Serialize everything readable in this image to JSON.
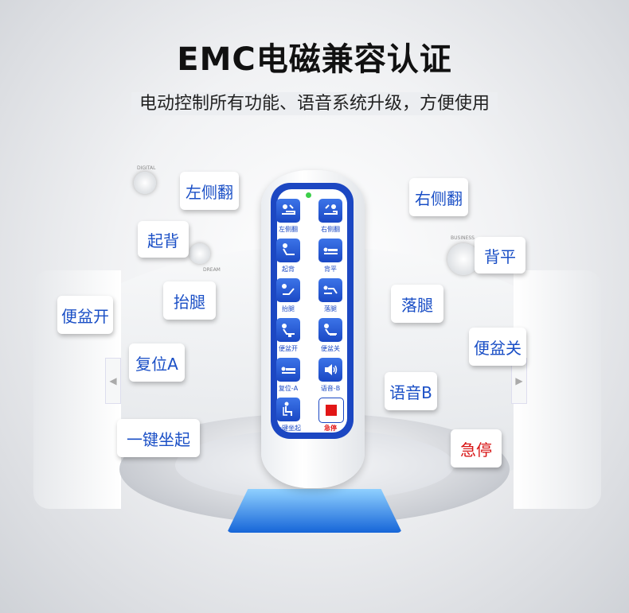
{
  "header": {
    "title": "EMC电磁兼容认证",
    "subtitle": "电动控制所有功能、语音系统升级，方便使用"
  },
  "decor": {
    "digital_label": "DIGITAL",
    "dream_label": "DREAM",
    "business_label": "BUSINESS"
  },
  "remote": {
    "buttons": [
      {
        "label": "左侧翻",
        "icon": "left-turn-icon"
      },
      {
        "label": "右侧翻",
        "icon": "right-turn-icon"
      },
      {
        "label": "起背",
        "icon": "back-up-icon"
      },
      {
        "label": "背平",
        "icon": "back-flat-icon"
      },
      {
        "label": "抬腿",
        "icon": "leg-up-icon"
      },
      {
        "label": "落腿",
        "icon": "leg-down-icon"
      },
      {
        "label": "便盆开",
        "icon": "bedpan-open-icon"
      },
      {
        "label": "便盆关",
        "icon": "bedpan-close-icon"
      },
      {
        "label": "复位-A",
        "icon": "reset-icon"
      },
      {
        "label": "语音-B",
        "icon": "speaker-icon"
      },
      {
        "label": "一键坐起",
        "icon": "sit-up-icon"
      },
      {
        "label": "急停",
        "icon": "stop-icon"
      }
    ]
  },
  "callouts": {
    "left_turn": "左侧翻",
    "right_turn": "右侧翻",
    "back_up": "起背",
    "back_flat": "背平",
    "leg_up": "抬腿",
    "leg_down": "落腿",
    "bedpan_open": "便盆开",
    "bedpan_close": "便盆关",
    "reset_a": "复位A",
    "voice_b": "语音B",
    "one_key_sit": "一键坐起",
    "emergency_stop": "急停"
  },
  "colors": {
    "accent_blue": "#1a48c4",
    "stop_red": "#e21616",
    "callout_blue": "#1a4fc6"
  }
}
